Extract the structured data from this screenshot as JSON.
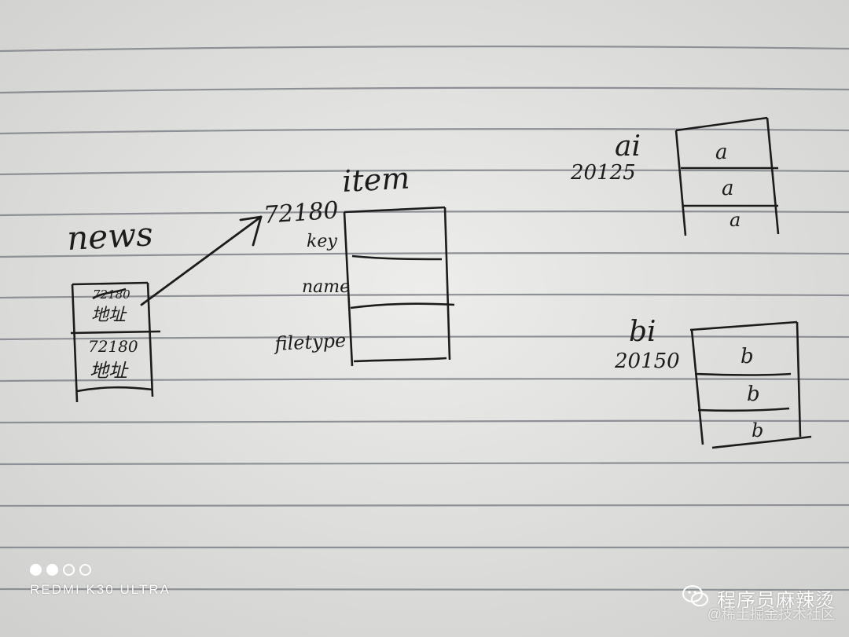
{
  "notes": {
    "news_label": "news",
    "news_cell_1_top": "72180",
    "news_cell_1_bottom": "地址",
    "news_cell_2_top": "72180",
    "news_cell_2_bottom": "地址",
    "address_label": "72180",
    "item_label": "item",
    "field_key": "key",
    "field_name": "name",
    "field_filetype": "filetype",
    "ai_label": "ai",
    "ai_address": "20125",
    "ai_cells": [
      "a",
      "a",
      "a"
    ],
    "bi_label": "bi",
    "bi_address": "20150",
    "bi_cells": [
      "b",
      "b",
      "b"
    ]
  },
  "watermark": {
    "camera_model": "REDMI K30 ULTRA",
    "account_name": "程序员麻辣烫",
    "source": "@稀土掘金技术社区"
  },
  "colors": {
    "paper": "#e6e6e4",
    "rule_line": "#8d9096",
    "ink": "#1c1c1c"
  }
}
